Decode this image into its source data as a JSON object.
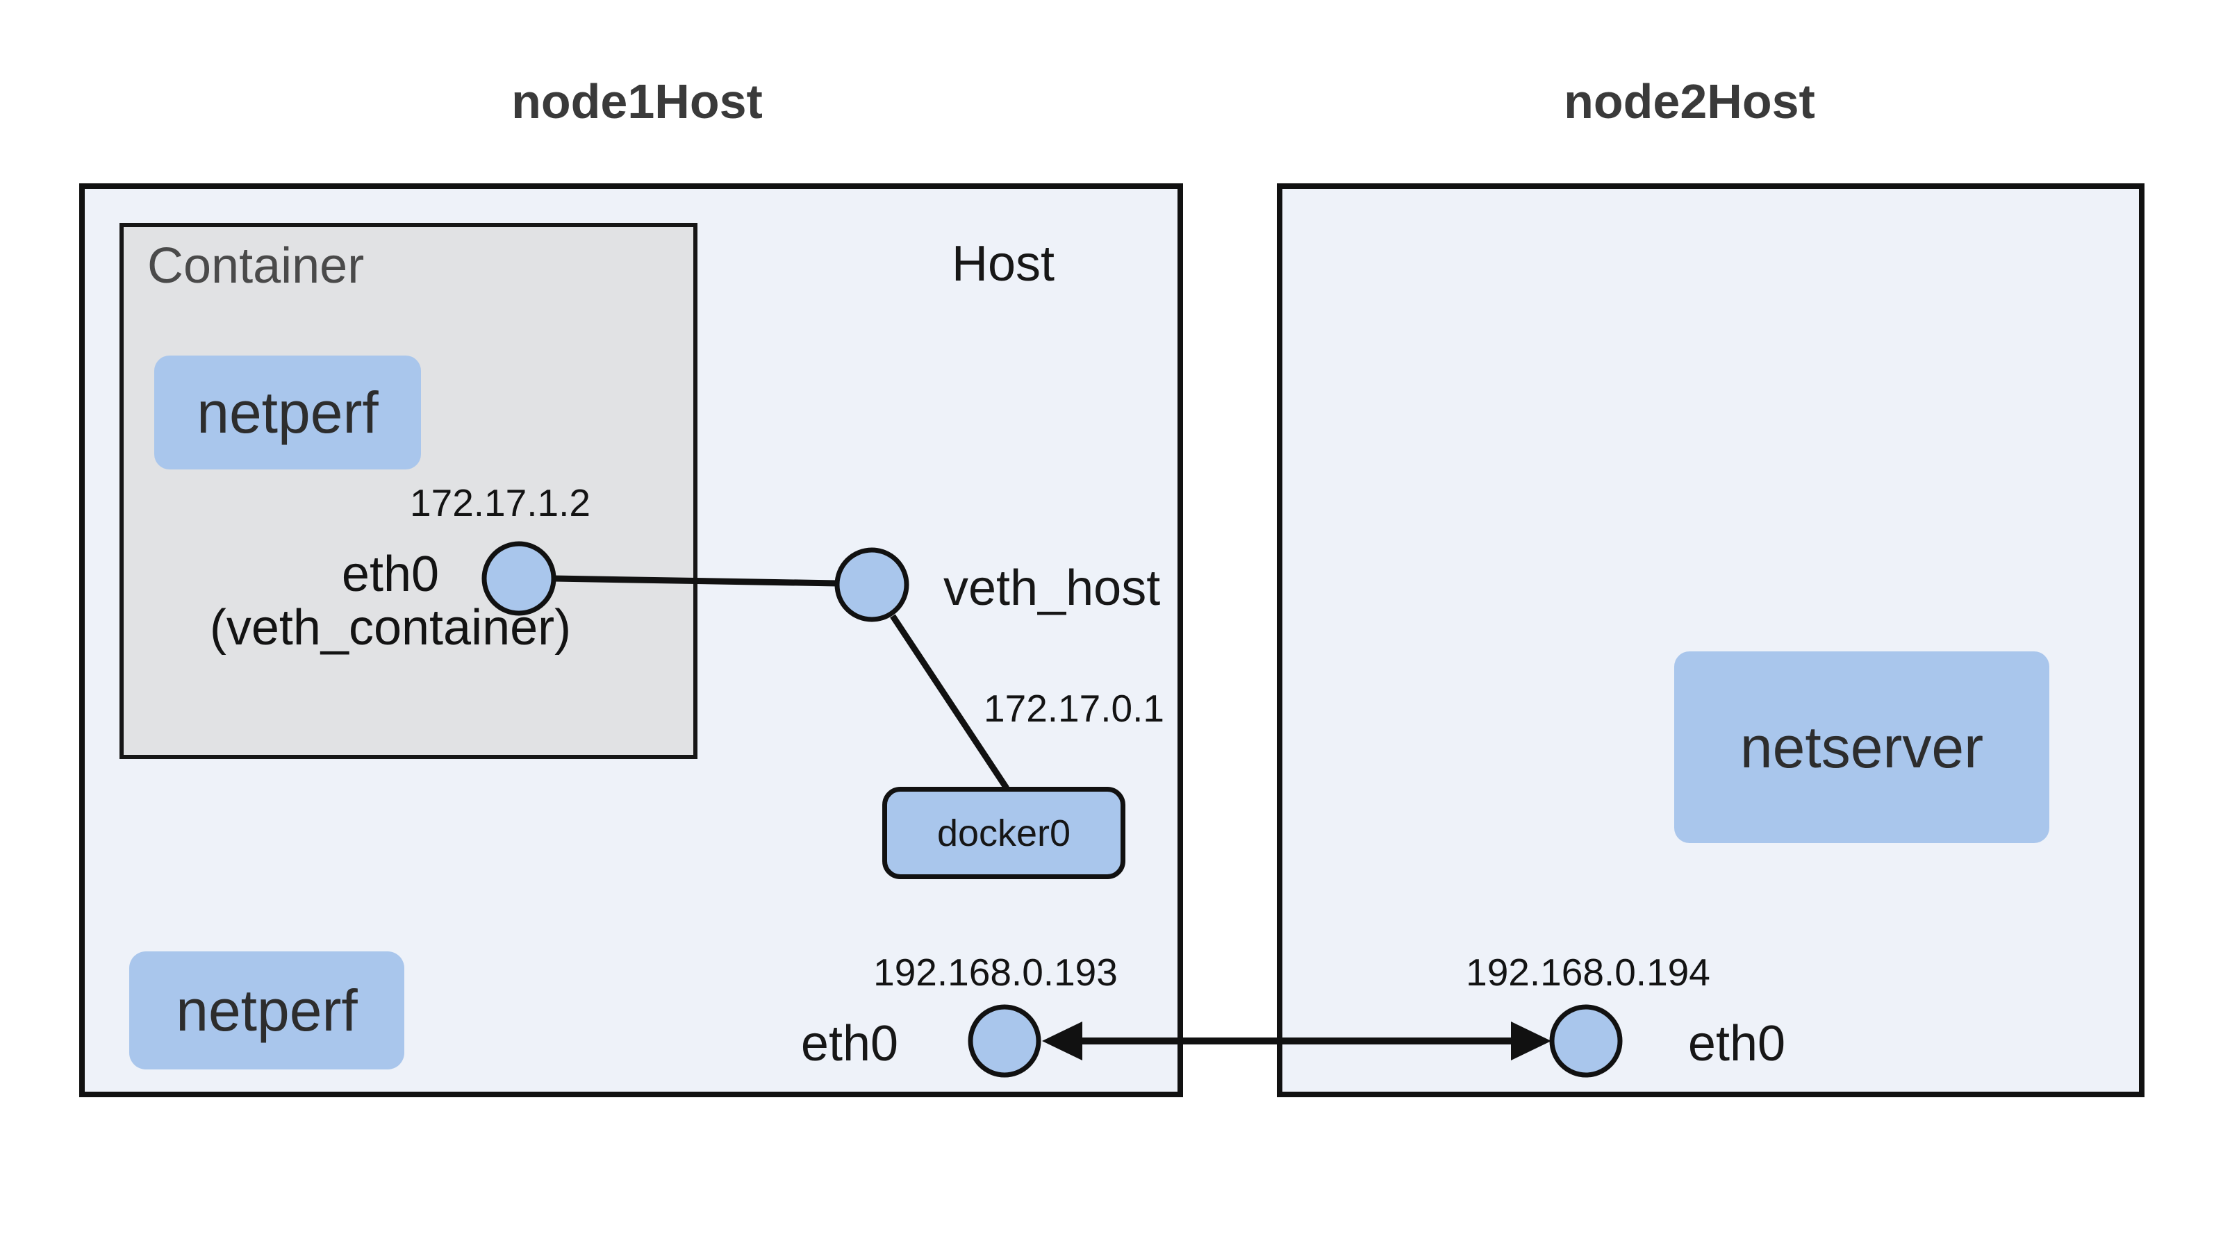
{
  "diagram_title": "docker bridge network benchmark topology",
  "colors": {
    "accent_blue": "#a9c6ec",
    "node_fill": "#eef2f9",
    "container_fill": "#e1e2e4",
    "line_ink": "#111111",
    "title_text": "#3a3a3a",
    "container_label_text": "#4a4a4a"
  },
  "titles": {
    "node1": "node1Host",
    "node2": "node2Host"
  },
  "node1": {
    "container": {
      "label": "Container",
      "netperf_label": "netperf",
      "eth0_ip": "172.17.1.2",
      "eth0_label": "eth0",
      "eth0_alias": "(veth_container)"
    },
    "host": {
      "label": "Host",
      "veth_host_label": "veth_host",
      "docker0_ip": "172.17.0.1",
      "docker0_label": "docker0",
      "eth0_ip": "192.168.0.193",
      "eth0_label": "eth0",
      "netperf_label": "netperf"
    }
  },
  "node2": {
    "netserver_label": "netserver",
    "eth0_ip": "192.168.0.194",
    "eth0_label": "eth0"
  }
}
